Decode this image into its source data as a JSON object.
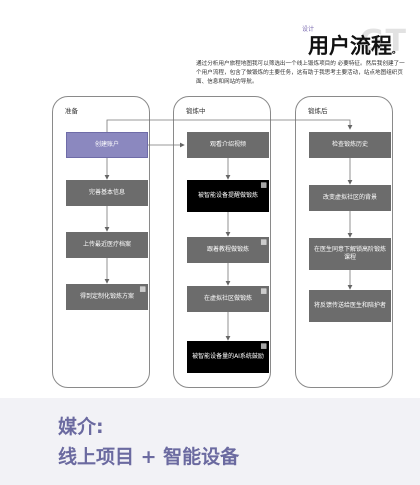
{
  "header": {
    "title": "用户流程",
    "title_suffix": "。",
    "ghost_text": "GT",
    "small_tag": "设计",
    "description": "通过分析用户旅程地图我可以筛选出一个线上锻炼项目的 必要特征。然后我创建了一个用户流程，包含了做锻炼的主要任务，这有助于我思考主要活动，站点地图组织页面、信息和网站的导航。"
  },
  "lanes": [
    {
      "label": "准备",
      "steps": [
        {
          "text": "创建账户",
          "style": "purple"
        },
        {
          "text": "完善基本信息",
          "style": "grey"
        },
        {
          "text": "上传最近医疗档案",
          "style": "grey"
        },
        {
          "text": "得到定制化锻炼方案",
          "style": "grey",
          "badge": "▦"
        }
      ]
    },
    {
      "label": "锻炼中",
      "steps": [
        {
          "text": "观看介绍视频",
          "style": "grey"
        },
        {
          "text": "被智能设备提醒做锻炼",
          "style": "black",
          "badge": "▦"
        },
        {
          "text": "跟着教程做锻炼",
          "style": "grey",
          "badge": "▦"
        },
        {
          "text": "在虚拟社区做锻炼",
          "style": "grey",
          "badge": "▦"
        },
        {
          "text": "被智能设备量的AI系统鼓励",
          "style": "black",
          "badge": "▦"
        }
      ]
    },
    {
      "label": "锻炼后",
      "steps": [
        {
          "text": "检查锻炼历史",
          "style": "grey"
        },
        {
          "text": "改变虚拟社区的背景",
          "style": "grey"
        },
        {
          "text": "在医生同意下解锁高阶锻炼课程",
          "style": "grey"
        },
        {
          "text": "将反馈传送给医生和陪护者",
          "style": "grey"
        }
      ]
    }
  ],
  "footer": {
    "media_label": "媒介:",
    "media_value": "线上项目 + 智能设备"
  }
}
